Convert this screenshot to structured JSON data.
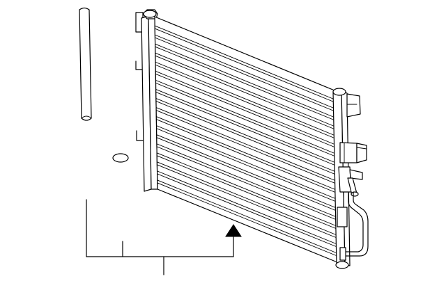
{
  "diagram": {
    "colors": {
      "line": "#000000",
      "background": "#ffffff"
    },
    "parts": [
      {
        "id": "seal-strip",
        "shape": "vertical-rod"
      },
      {
        "id": "o-ring",
        "shape": "ellipse"
      },
      {
        "id": "condenser",
        "shape": "finned-core"
      },
      {
        "id": "callout-arrow",
        "shape": "filled-triangle"
      },
      {
        "id": "leader-bracket",
        "shape": "bracket-lines"
      }
    ],
    "fin_tube_count": 19
  }
}
